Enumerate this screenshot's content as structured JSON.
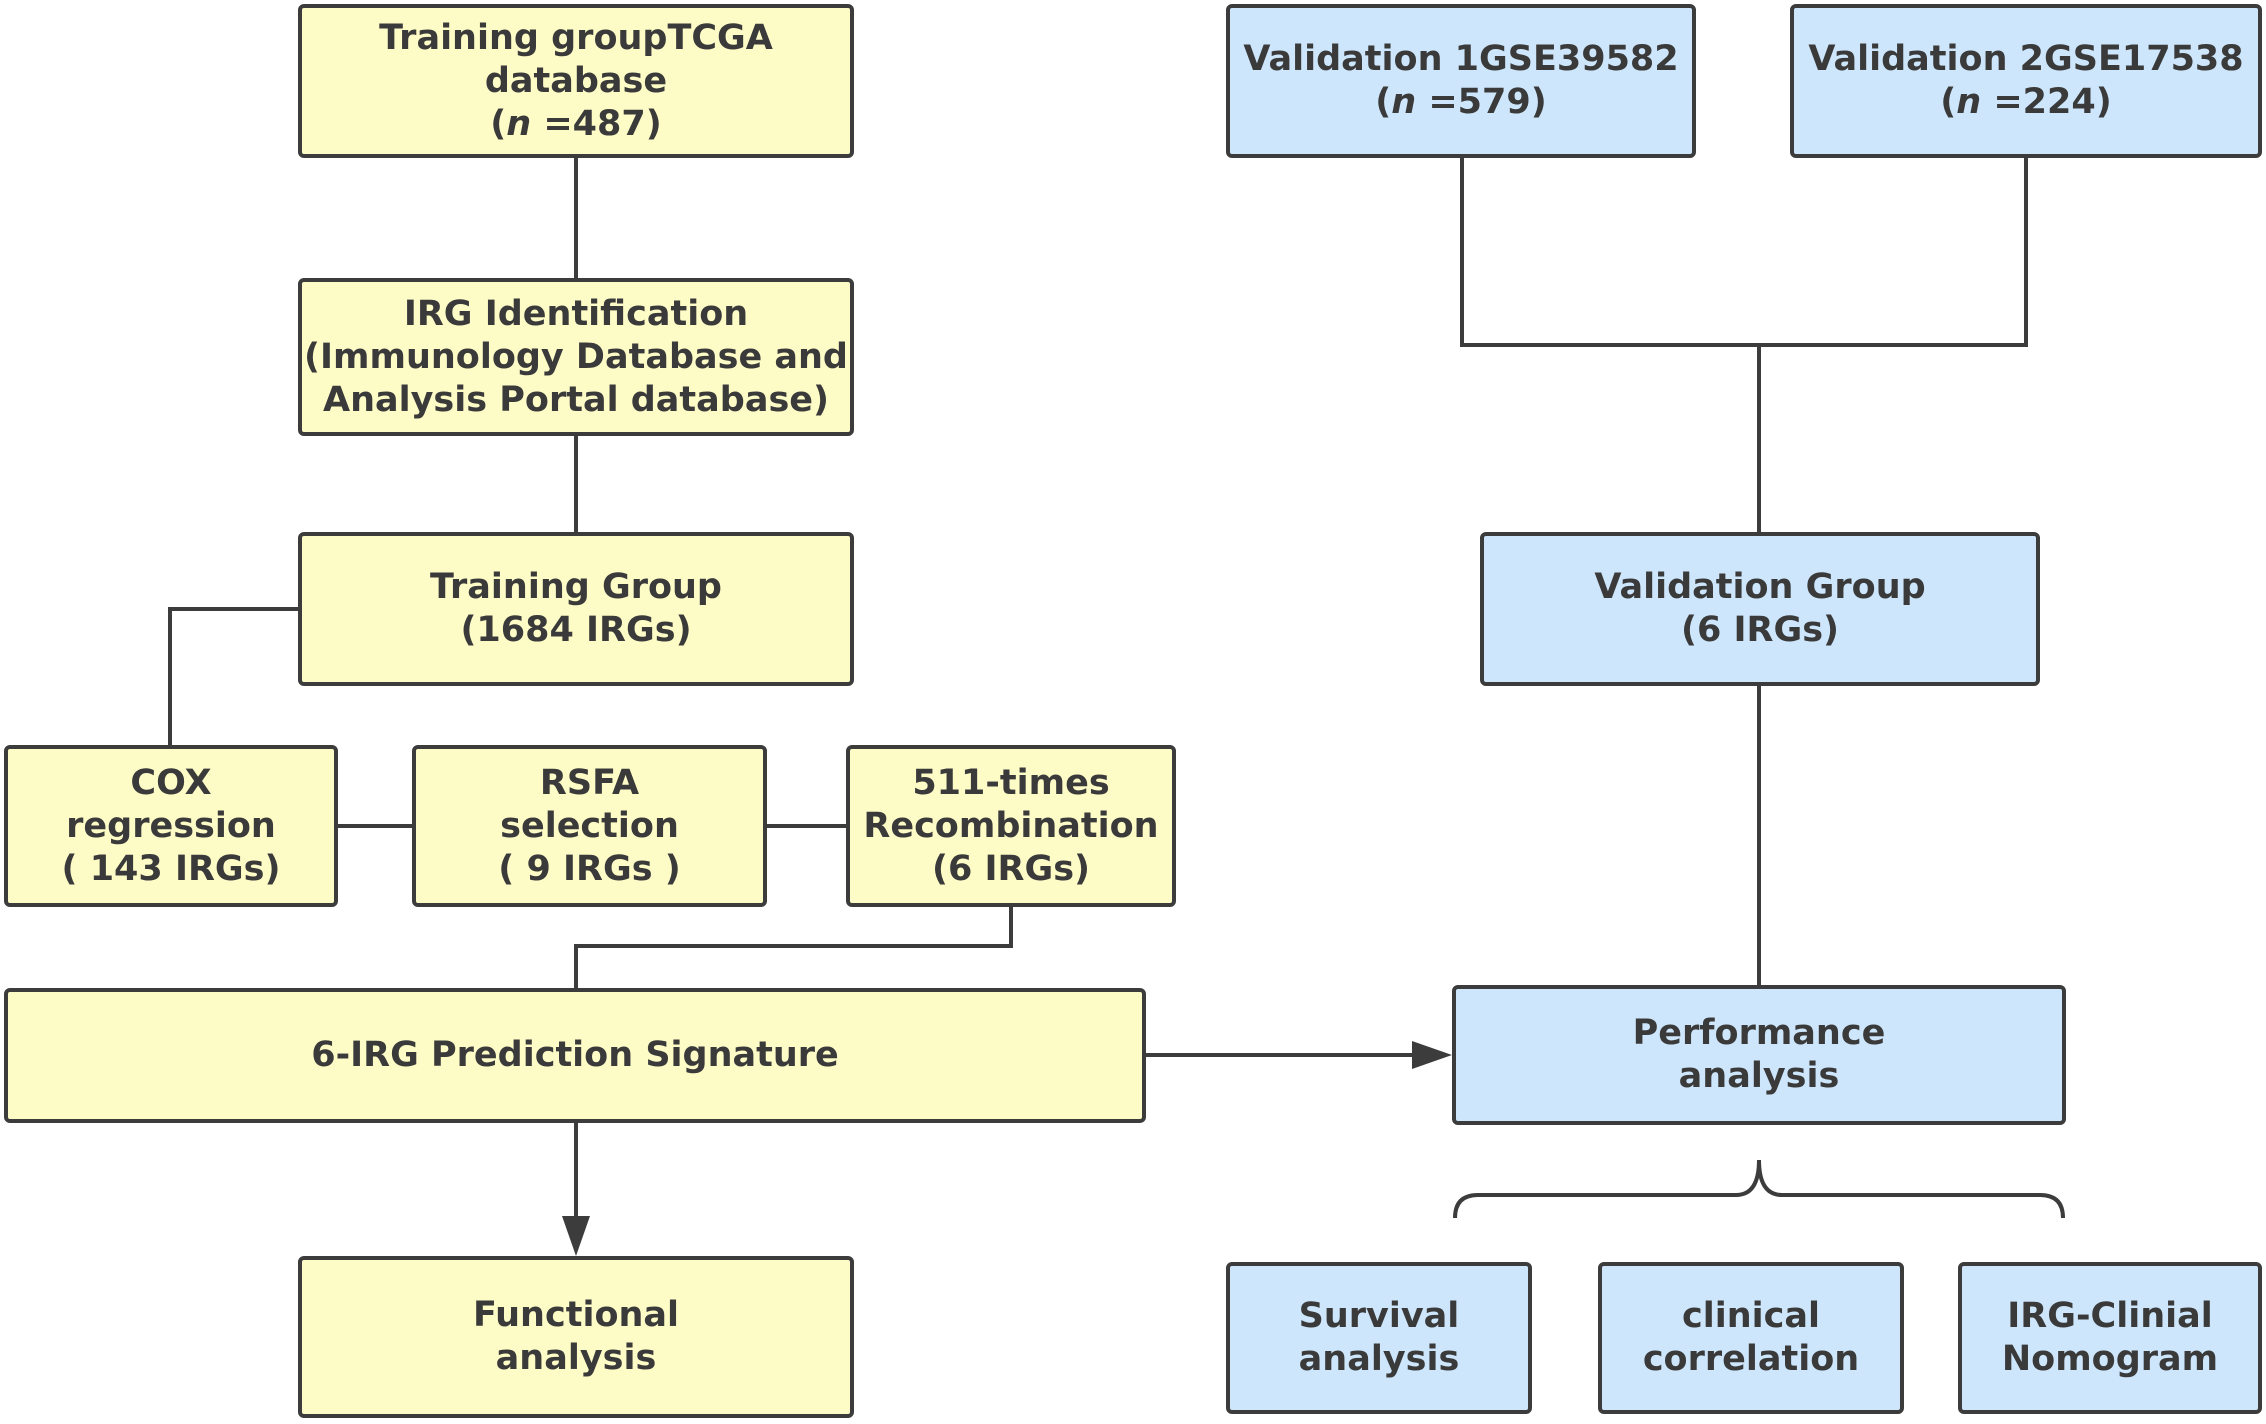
{
  "colors": {
    "training_fill": "#fdfbc6",
    "validation_fill": "#cde6fb",
    "stroke": "#3c3c3c",
    "text": "#3a3a3a"
  },
  "training": {
    "tcga": {
      "line1": "Training groupTCGA",
      "line2": "database",
      "n_prefix": "(",
      "n_symbol": "n",
      "n_value": " =487)"
    },
    "irg_identification": {
      "line1": "IRG Identification",
      "line2": "(Immunology Database and",
      "line3": "Analysis Portal database)"
    },
    "training_group": {
      "line1": "Training Group",
      "line2": "(1684 IRGs)"
    },
    "cox": {
      "line1": "COX",
      "line2": "regression",
      "line3": "( 143 IRGs)"
    },
    "rsfa": {
      "line1": "RSFA",
      "line2": "selection",
      "line3": "( 9 IRGs )"
    },
    "recombination": {
      "line1": "511-times",
      "line2": "Recombination",
      "line3": "(6 IRGs)"
    },
    "signature": {
      "label": "6-IRG Prediction Signature"
    },
    "functional": {
      "line1": "Functional",
      "line2": "analysis"
    }
  },
  "validation": {
    "v1": {
      "line1": "Validation 1GSE39582",
      "n_prefix": "(",
      "n_symbol": "n",
      "n_value": " =579)"
    },
    "v2": {
      "line1": "Validation 2GSE17538",
      "n_prefix": "(",
      "n_symbol": "n",
      "n_value": " =224)"
    },
    "validation_group": {
      "line1": "Validation Group",
      "line2": "(6 IRGs)"
    },
    "performance": {
      "line1": "Performance",
      "line2": "analysis"
    },
    "survival": {
      "line1": "Survival",
      "line2": "analysis"
    },
    "clinical": {
      "line1": "clinical",
      "line2": "correlation"
    },
    "nomogram": {
      "line1": "IRG-Clinial",
      "line2": "Nomogram"
    }
  }
}
